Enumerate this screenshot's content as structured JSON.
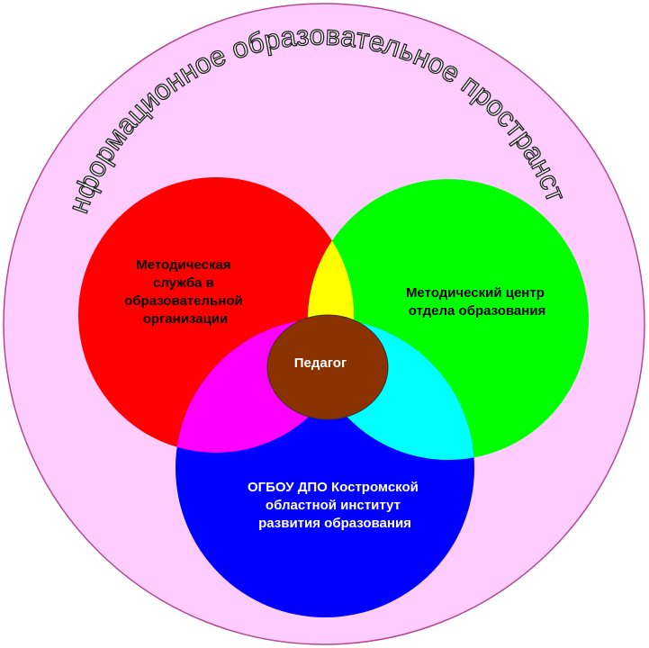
{
  "outer_title": "Информационное образовательное пространство",
  "circles": {
    "red": {
      "lines": [
        "Методическая",
        "служба в",
        "образовательной",
        "организации"
      ],
      "color": "#ff0000"
    },
    "green": {
      "lines": [
        "Методический центр",
        "отдела образования"
      ],
      "color": "#00ff00"
    },
    "blue": {
      "lines": [
        "ОГБОУ ДПО Костромской",
        "областной институт",
        "развития образования"
      ],
      "color": "#0000ff"
    },
    "center": {
      "label": "Педагог",
      "color": "#8b3300"
    }
  },
  "colors": {
    "outer_fill": "#ffccff",
    "overlap_red_green": "#ffff00",
    "overlap_red_blue": "#ff00ff",
    "overlap_green_blue": "#00ffff"
  }
}
